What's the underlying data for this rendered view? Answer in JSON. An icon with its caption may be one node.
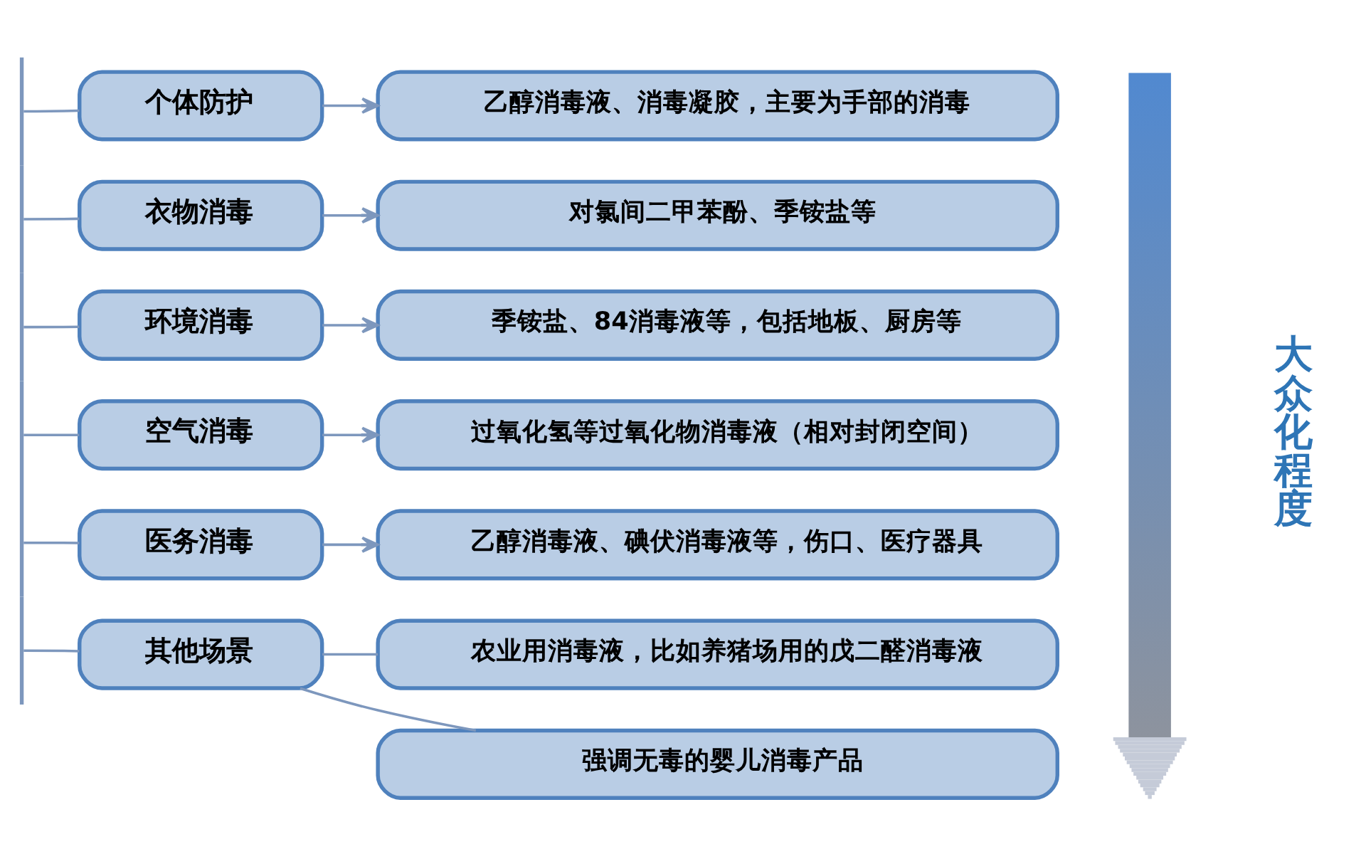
{
  "diagram": {
    "nodes": [
      {
        "text": [],
        "shape": "bar"
      },
      {
        "text": [
          "个体防护"
        ]
      },
      {
        "text": [
          "乙醇消毒液、消毒凝胶，主要为手部的消毒"
        ]
      },
      {
        "text": [
          "衣物消毒"
        ]
      },
      {
        "text": [
          "对氯间二甲苯酚、季铵盐等"
        ]
      },
      {
        "text": [
          "环境消毒"
        ]
      },
      {
        "text": [
          "季铵盐、84消毒液等，包括地板、厨房等"
        ]
      },
      {
        "text": [
          "空气消毒"
        ]
      },
      {
        "text": [
          "过氧化氢等过氧化物消毒液（相对封闭空间）"
        ]
      },
      {
        "text": [
          "医务消毒"
        ]
      },
      {
        "text": [
          "乙醇消毒液、碘伏消毒液等，伤口、医疗器具"
        ]
      },
      {
        "text": [
          "其他场景"
        ]
      },
      {
        "text": [
          "农业用消毒液，比如养猪场用的戊二醛消毒液"
        ]
      },
      {
        "text": [
          "强调无毒的婴儿消毒产品"
        ]
      },
      {
        "text": [],
        "shape": "arrow",
        "beside": [
          "大众化程度"
        ]
      }
    ],
    "edges": [
      {
        "from": 0,
        "to": 1,
        "arrow": "none"
      },
      {
        "from": 1,
        "to": 2,
        "arrow": "to"
      },
      {
        "from": 0,
        "to": 3,
        "arrow": "none"
      },
      {
        "from": 3,
        "to": 4,
        "arrow": "to"
      },
      {
        "from": 0,
        "to": 5,
        "arrow": "none"
      },
      {
        "from": 5,
        "to": 6,
        "arrow": "to"
      },
      {
        "from": 0,
        "to": 7,
        "arrow": "none"
      },
      {
        "from": 7,
        "to": 8,
        "arrow": "to"
      },
      {
        "from": 0,
        "to": 9,
        "arrow": "none"
      },
      {
        "from": 9,
        "to": 10,
        "arrow": "to"
      },
      {
        "from": 0,
        "to": 11,
        "arrow": "none"
      },
      {
        "from": 11,
        "to": 12,
        "arrow": "none"
      },
      {
        "from": 11,
        "to": 13,
        "arrow": "none"
      }
    ]
  }
}
